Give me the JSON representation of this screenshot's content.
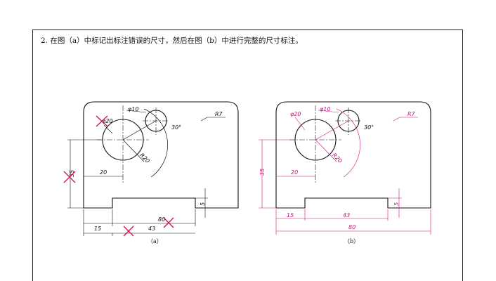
{
  "question": {
    "number": "2.",
    "text": "在图（a）中标记出标注错误的尺寸，然后在图（b）中进行完整的尺寸标注。"
  },
  "figure_a": {
    "caption": "（a）",
    "labels": {
      "phi20": "φ20",
      "phi10": "φ10",
      "r7": "R7",
      "angle30": "30°",
      "r20": "R20",
      "d20": "20",
      "d35": "35",
      "d5": "5",
      "d80": "80",
      "d15": "15",
      "d43": "43"
    },
    "error_marks": [
      "phi20",
      "d35",
      "d80",
      "d43"
    ]
  },
  "figure_b": {
    "caption": "（b）",
    "labels": {
      "phi20": "φ20",
      "phi10": "φ10",
      "r7": "R7",
      "angle30": "30°",
      "r20": "R20",
      "d20": "20",
      "d35": "35",
      "d5": "5",
      "d15": "15",
      "d43": "43",
      "d80": "80"
    }
  },
  "colors": {
    "outline": "#111111",
    "error_mark": "#d01050",
    "answer_dim": "#d0107a"
  }
}
